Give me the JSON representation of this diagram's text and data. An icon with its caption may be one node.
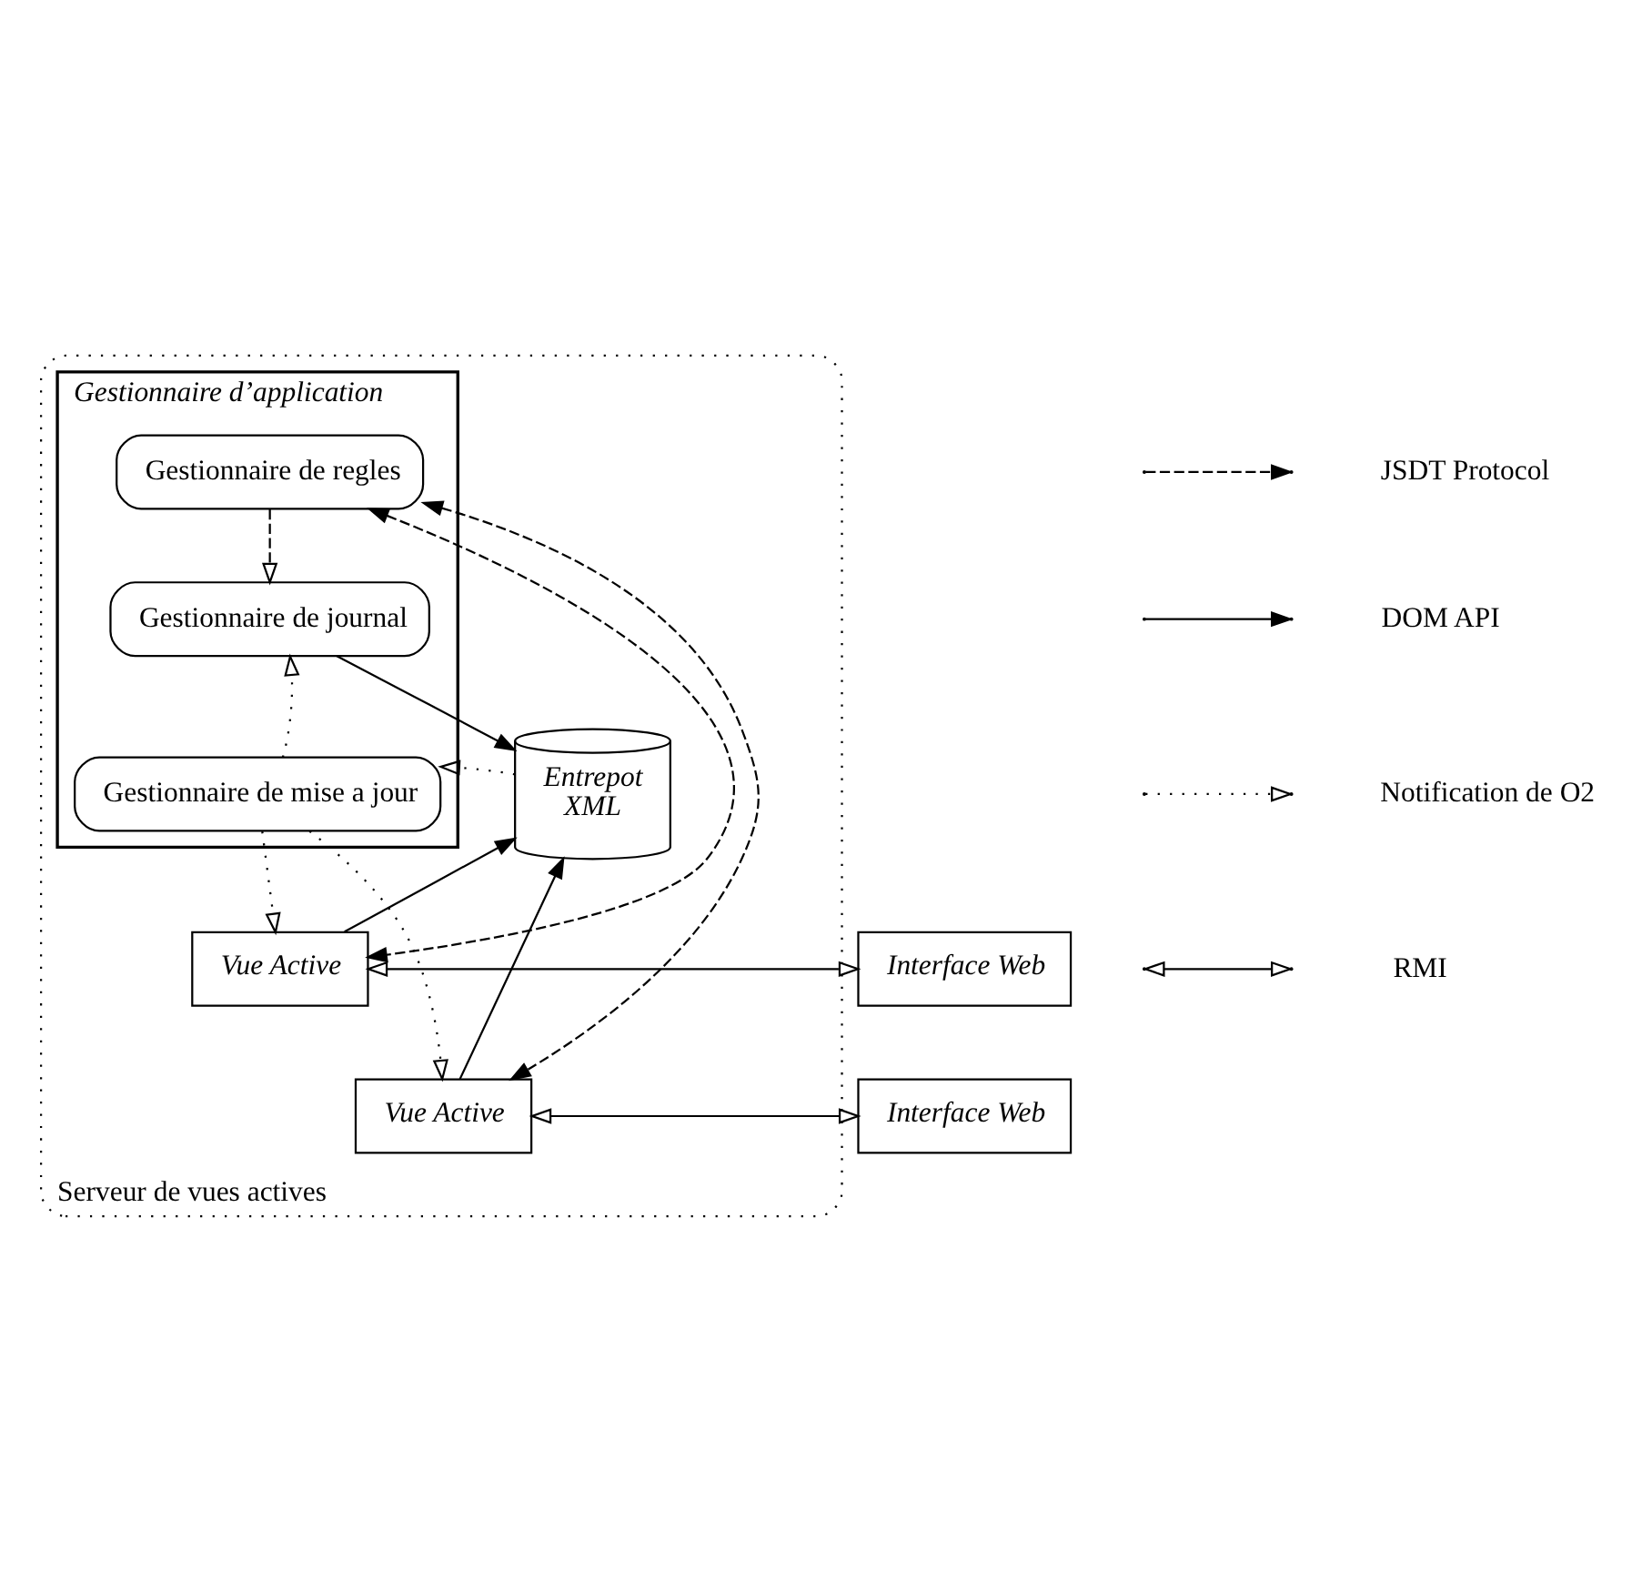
{
  "diagram": {
    "nodes": [
      {
        "text": [
          "Serveur de vues actives"
        ]
      },
      {
        "text": [
          "Gestionnaire d’application"
        ],
        "in": 0
      },
      {
        "text": [
          "Gestionnaire de regles"
        ],
        "in": 1
      },
      {
        "text": [
          "Gestionnaire de journal"
        ],
        "in": 1
      },
      {
        "text": [
          "Gestionnaire de mise a jour"
        ],
        "in": 1
      },
      {
        "text": [
          "Entrepot",
          "XML"
        ],
        "in": 0
      },
      {
        "text": [
          "Vue Active"
        ],
        "in": 0
      },
      {
        "text": [
          "Vue Active"
        ],
        "in": 0
      },
      {
        "text": [
          "Interface Web"
        ]
      },
      {
        "text": [
          "Interface Web"
        ]
      }
    ],
    "edges": [
      {
        "from": 2,
        "to": 3,
        "arrow": "to",
        "style": "dashed"
      },
      {
        "from": 4,
        "to": 3,
        "arrow": "to",
        "style": "dashed"
      },
      {
        "from": 3,
        "to": 5,
        "arrow": "to"
      },
      {
        "from": 5,
        "to": 4,
        "arrow": "to",
        "style": "dashed"
      },
      {
        "from": 4,
        "to": 6,
        "arrow": "to",
        "style": "dashed"
      },
      {
        "from": 4,
        "to": 7,
        "arrow": "to",
        "style": "dashed"
      },
      {
        "from": 6,
        "to": 5,
        "arrow": "to"
      },
      {
        "from": 7,
        "to": 5,
        "arrow": "to"
      },
      {
        "from": 2,
        "to": 6,
        "arrow": "both",
        "style": "dashed"
      },
      {
        "from": 2,
        "to": 7,
        "arrow": "both",
        "style": "dashed"
      },
      {
        "from": 6,
        "to": 8,
        "arrow": "both"
      },
      {
        "from": 7,
        "to": 9,
        "arrow": "both"
      }
    ],
    "legend": [
      {
        "text": "JSDT Protocol"
      },
      {
        "text": "DOM API"
      },
      {
        "text": "Notification de O2"
      },
      {
        "text": "RMI"
      }
    ]
  }
}
